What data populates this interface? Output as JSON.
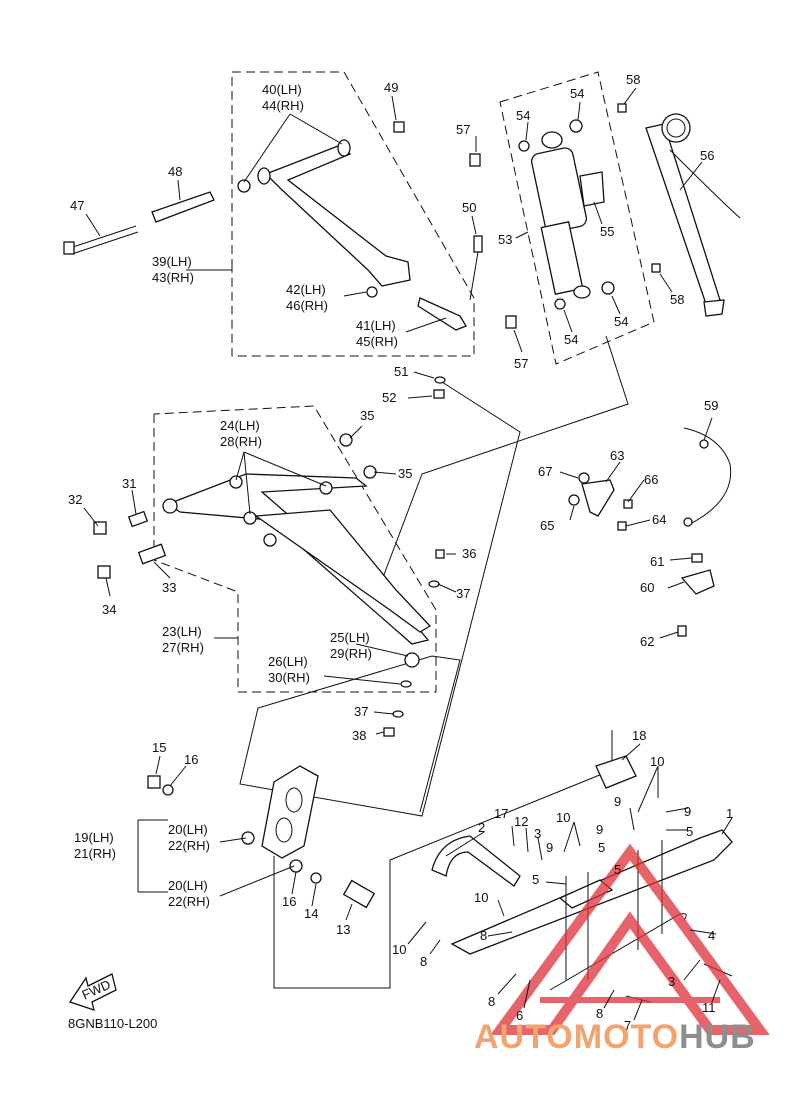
{
  "diagram_code": "8GNB110-L200",
  "fwd_label": "FWD",
  "watermark": {
    "part1": "AUTOMOTO",
    "part2": "HUB"
  },
  "colors": {
    "watermark_red": "#e0303a",
    "watermark_orange": "#f2a36e",
    "watermark_gray": "#8e8e8e"
  },
  "callouts": [
    "40(LH)",
    "44(RH)",
    "49",
    "48",
    "47",
    "39(LH)",
    "43(RH)",
    "42(LH)",
    "46(RH)",
    "41(LH)",
    "45(RH)",
    "50",
    "51",
    "52",
    "58",
    "54",
    "54",
    "57",
    "53",
    "55",
    "56",
    "58",
    "54",
    "54",
    "57",
    "24(LH)",
    "28(RH)",
    "35",
    "35",
    "31",
    "32",
    "33",
    "34",
    "23(LH)",
    "27(RH)",
    "36",
    "37",
    "25(LH)",
    "29(RH)",
    "26(LH)",
    "30(RH)",
    "37",
    "38",
    "59",
    "63",
    "67",
    "66",
    "65",
    "64",
    "61",
    "60",
    "62",
    "15",
    "16",
    "19(LH)",
    "21(RH)",
    "20(LH)",
    "22(RH)",
    "20(LH)",
    "22(RH)",
    "16",
    "14",
    "13",
    "18",
    "10",
    "9",
    "9",
    "1",
    "17",
    "2",
    "12",
    "3",
    "9",
    "10",
    "9",
    "5",
    "5",
    "5",
    "5",
    "10",
    "8",
    "4",
    "10",
    "8",
    "3",
    "8",
    "6",
    "8",
    "7",
    "11"
  ]
}
